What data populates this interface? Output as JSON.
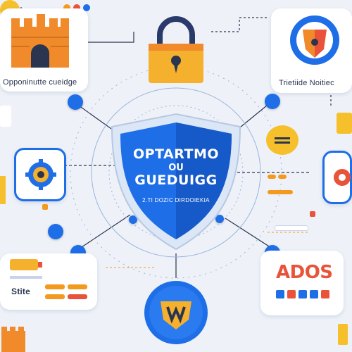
{
  "top_left_card": {
    "label": "Opponinutte cueidge"
  },
  "top_right_card": {
    "label": "Trietiide Noitiec"
  },
  "shield": {
    "line1": "OPTARTMO",
    "line2": "OU",
    "line3": "GUEDUIGG",
    "subtitle": "2.TI DOZIC DIRDOIEKIA"
  },
  "bottom_left_card": {
    "label": "Stite"
  },
  "bottom_right_card": {
    "label": "ADOS"
  },
  "colors": {
    "accent": "#1e6ee8",
    "orange": "#f39a1e",
    "background": "#eef2f8"
  }
}
